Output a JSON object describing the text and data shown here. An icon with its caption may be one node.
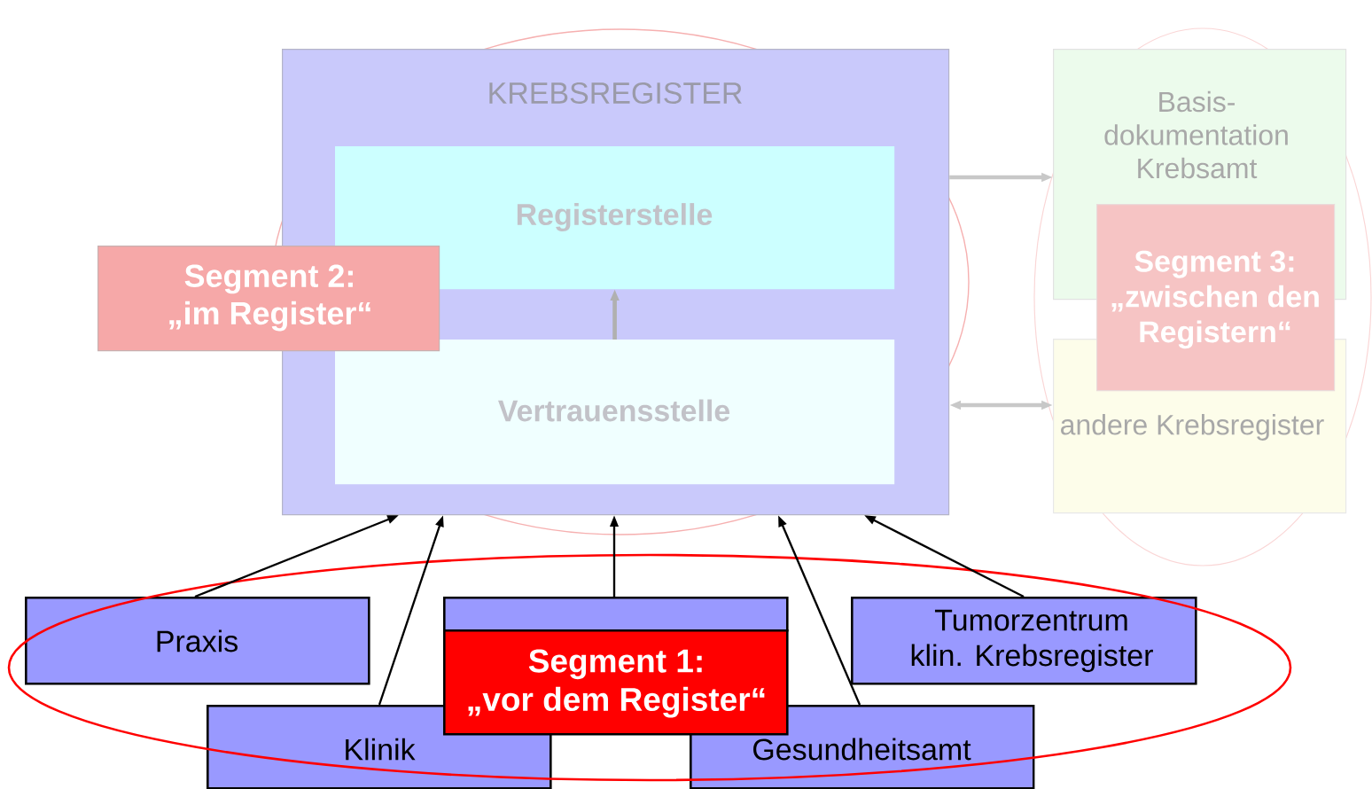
{
  "diagram": {
    "nodes": [
      {
        "text": [
          "KREBSREGISTER"
        ]
      },
      {
        "text": [
          "Registerstelle"
        ],
        "in": 0
      },
      {
        "text": [
          "Vertrauensstelle"
        ],
        "in": 0
      },
      {
        "text": [
          "Segment 2: „im Register“"
        ]
      },
      {
        "text": [
          "Basis- dokumentation Krebsamt"
        ]
      },
      {
        "text": [
          "andere Krebsregister"
        ]
      },
      {
        "text": [
          "Segment 3: „zwischen den Registern“"
        ]
      },
      {
        "text": [
          "Praxis"
        ]
      },
      {
        "text": [
          "Klinik"
        ]
      },
      {
        "text": [],
        "shape": "box"
      },
      {
        "text": [
          "Segment 1: „vor dem Register“"
        ]
      },
      {
        "text": [
          "Tumorzentrum klin. Krebsregister"
        ]
      },
      {
        "text": [
          "Gesundheitsamt"
        ]
      }
    ],
    "edges": [
      {
        "from": 2,
        "to": 1,
        "arrow": "to",
        "style": "thick",
        "color": "#b0b0b0"
      },
      {
        "from": 0,
        "to": 4,
        "arrow": "to",
        "style": "thick",
        "color": "#c8c8c8"
      },
      {
        "from": 0,
        "to": 5,
        "arrow": "both",
        "style": "thick",
        "color": "#c8c8c8"
      },
      {
        "from": 7,
        "to": 0,
        "arrow": "to"
      },
      {
        "from": 8,
        "to": 0,
        "arrow": "to"
      },
      {
        "from": 9,
        "to": 0,
        "arrow": "to"
      },
      {
        "from": 12,
        "to": 0,
        "arrow": "to"
      },
      {
        "from": 11,
        "to": 0,
        "arrow": "to"
      }
    ]
  }
}
